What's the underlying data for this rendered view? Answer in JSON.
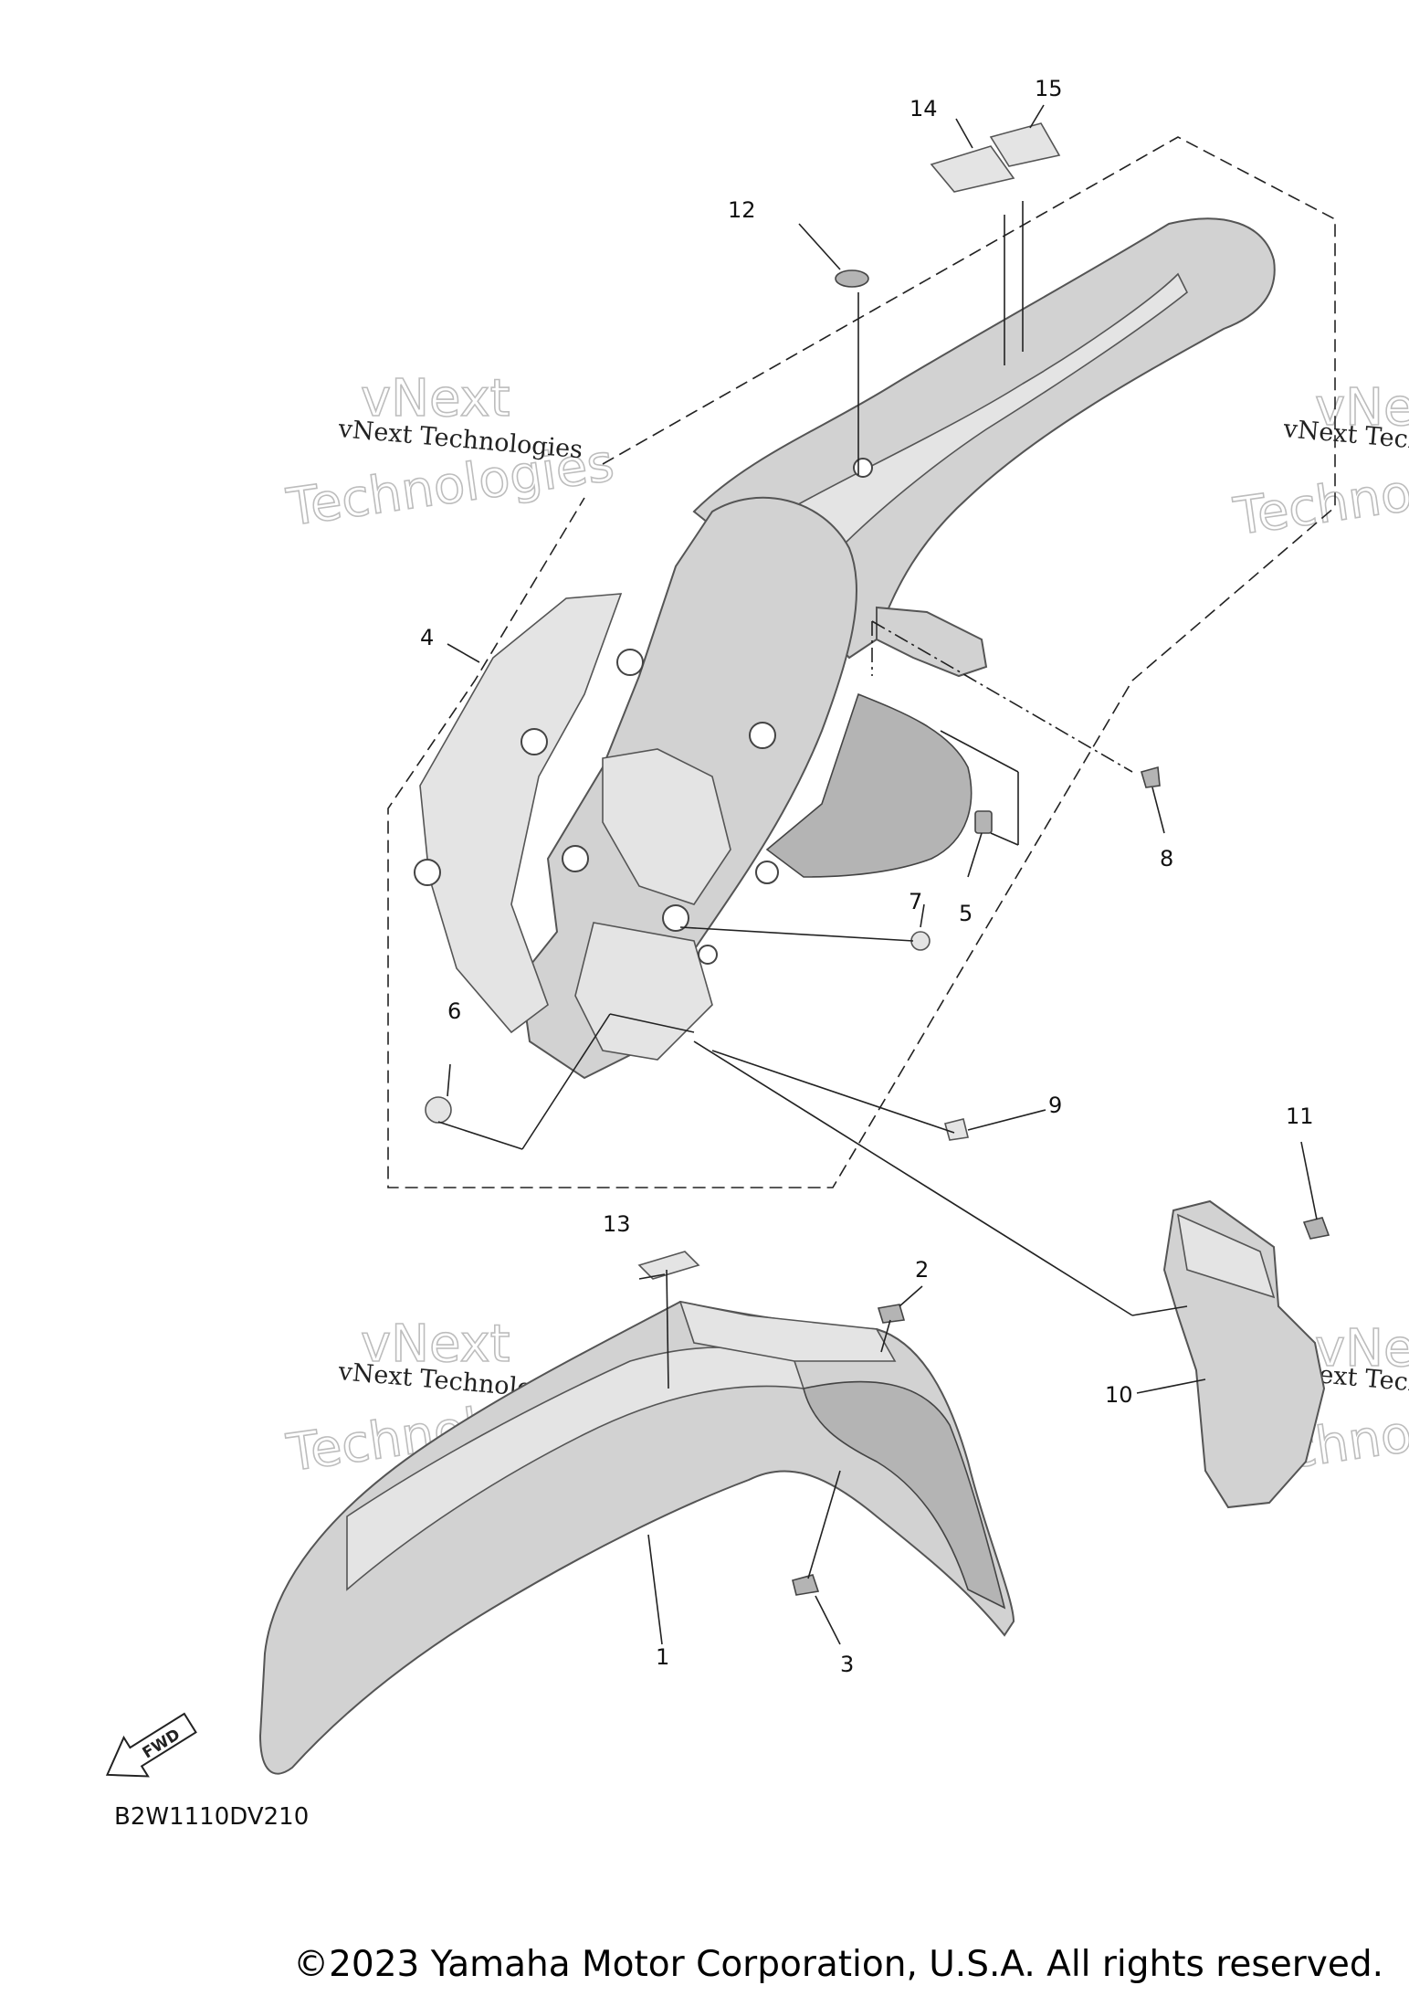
{
  "diagram": {
    "drawing_code": "B2W1110DV210",
    "fwd_label": "FWD",
    "watermark": {
      "small": "vNext Technologies",
      "big_top": "vNext",
      "big_bottom": "Technologies"
    },
    "callouts": {
      "c1": "1",
      "c2": "2",
      "c3": "3",
      "c4": "4",
      "c5": "5",
      "c6": "6",
      "c7": "7",
      "c8": "8",
      "c9": "9",
      "c10": "10",
      "c11": "11",
      "c12": "12",
      "c13": "13",
      "c14": "14",
      "c15": "15"
    }
  },
  "footer": {
    "copyright": "©2023 Yamaha Motor Corporation, U.S.A. All rights reserved."
  }
}
